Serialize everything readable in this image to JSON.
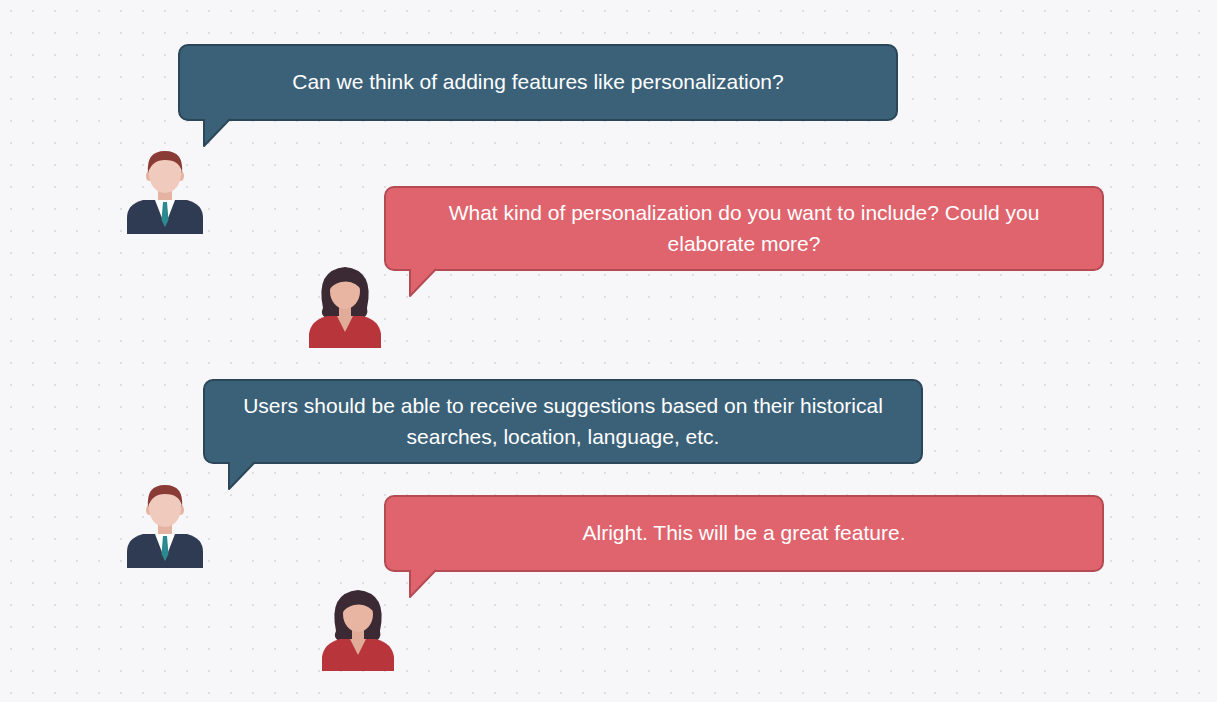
{
  "diagram": {
    "nodes": [
      {
        "text": [
          "Can we think of adding features like personalization?"
        ]
      },
      {
        "text": [
          "What kind of personalization do you want to include? Could you elaborate more?"
        ]
      },
      {
        "text": [
          "Users should be able to receive suggestions based on their historical searches, location, language, etc."
        ]
      },
      {
        "text": [
          "Alright. This will be a great feature."
        ]
      }
    ]
  }
}
